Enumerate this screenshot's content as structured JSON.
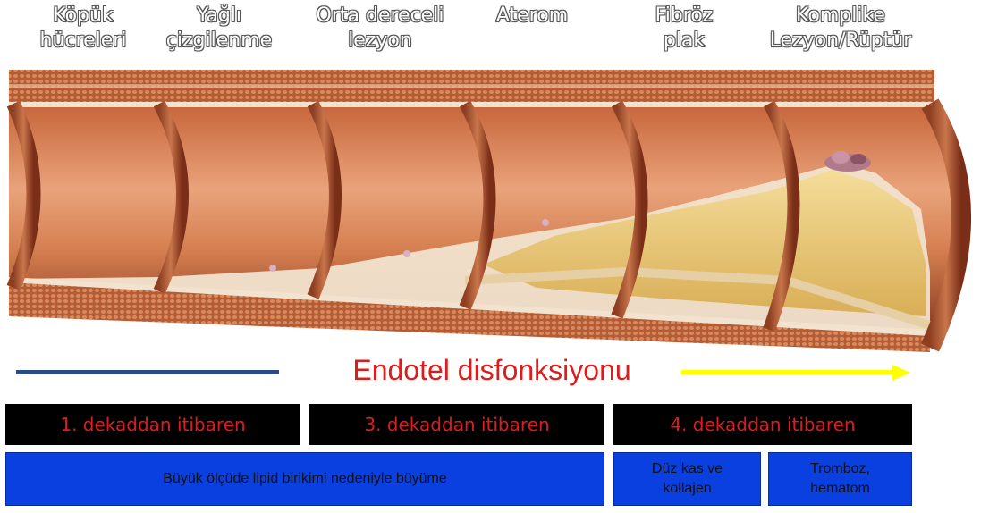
{
  "stages": [
    {
      "label_line1": "Köpük",
      "label_line2": "hücreleri"
    },
    {
      "label_line1": "Yağlı",
      "label_line2": "çizgilenme"
    },
    {
      "label_line1": "Orta dereceli",
      "label_line2": "lezyon"
    },
    {
      "label_line1": "",
      "label_line2": "Aterom"
    },
    {
      "label_line1": "Fibröz",
      "label_line2": "plak"
    },
    {
      "label_line1": "Komplike",
      "label_line2": "Lezyon/Rüptür"
    }
  ],
  "timeline": {
    "title": "Endotel disfonksiyonu",
    "line_color_start": "#2b4a86",
    "line_color_end": "#ffff00"
  },
  "decades": [
    {
      "label": "1. dekaddan itibaren"
    },
    {
      "label": "3. dekaddan itibaren"
    },
    {
      "label": "4. dekaddan itibaren"
    }
  ],
  "descriptions": [
    {
      "text": "Büyük ölçüde lipid birikimi nedeniyle büyüme"
    },
    {
      "text_line1": "Düz kas ve",
      "text_line2": "kollajen"
    },
    {
      "text_line1": "Tromboz,",
      "text_line2": "hematom"
    }
  ],
  "colors": {
    "decade_text": "#e01b1b",
    "decade_background": "#000000",
    "description_background": "#0a3fe0",
    "artery_wall": "#b85a35",
    "plaque": "#e9c46a"
  }
}
